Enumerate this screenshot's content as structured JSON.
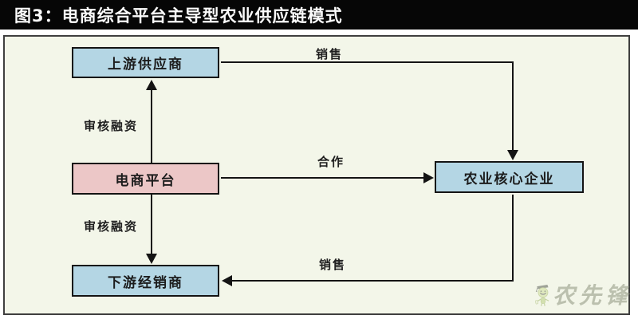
{
  "header": {
    "title": "图3：电商综合平台主导型农业供应链模式"
  },
  "nodes": {
    "upstream": {
      "label": "上游供应商"
    },
    "platform": {
      "label": "电商平台"
    },
    "downstream": {
      "label": "下游经销商"
    },
    "core": {
      "label": "农业核心企业"
    }
  },
  "edges": {
    "sales_top": {
      "label": "销售",
      "from": "上游供应商",
      "to": "农业核心企业"
    },
    "finance_top": {
      "label": "审核融资",
      "from": "电商平台",
      "to": "上游供应商"
    },
    "cooperation": {
      "label": "合作",
      "from": "电商平台",
      "to": "农业核心企业"
    },
    "finance_bottom": {
      "label": "审核融资",
      "from": "电商平台",
      "to": "下游经销商"
    },
    "sales_bottom": {
      "label": "销售",
      "from": "农业核心企业",
      "to": "下游经销商"
    }
  },
  "logo": {
    "text": "农先锋"
  },
  "colors": {
    "header_bg": "#060606",
    "header_text": "#fbfbfb",
    "canvas_bg": "#f3f6e9",
    "node_blue": "#b4d6e4",
    "node_pink": "#ecc7c7",
    "line": "#141414"
  }
}
